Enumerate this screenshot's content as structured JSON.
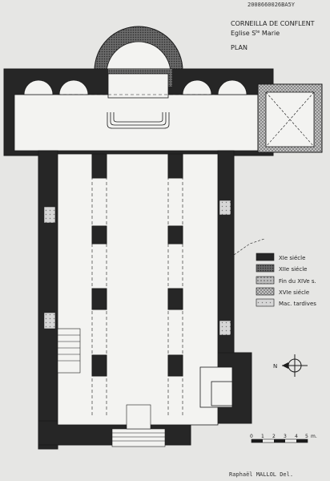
{
  "archive_ref": "2008660026BA5Y",
  "title": {
    "place": "CORNEILLA DE CONFLENT",
    "church_prefix": "Eglise S",
    "church_sup": "te",
    "church_suffix": " Marie",
    "plan_label": "PLAN"
  },
  "legend": [
    {
      "label": "XIe siécle",
      "pattern": "solid-dark"
    },
    {
      "label": "XIIe siécle",
      "pattern": "dense-dots"
    },
    {
      "label": "Fin du XIVe s.",
      "pattern": "light-dots"
    },
    {
      "label": "XVIe siécle",
      "pattern": "cross-hatch"
    },
    {
      "label": "Mac. tardives",
      "pattern": "sparse-dots"
    }
  ],
  "scale": {
    "ticks": [
      "0",
      "1",
      "2",
      "3",
      "4",
      "5"
    ],
    "unit": "m."
  },
  "compass": {
    "north_label": "N"
  },
  "signature": "Raphaël MALLOL Del.",
  "colors": {
    "paper": "#e6e6e4",
    "ink": "#1c1c1c",
    "wall_xi": "#262626",
    "wall_xii": "#555555",
    "interior": "#f3f3f1"
  }
}
